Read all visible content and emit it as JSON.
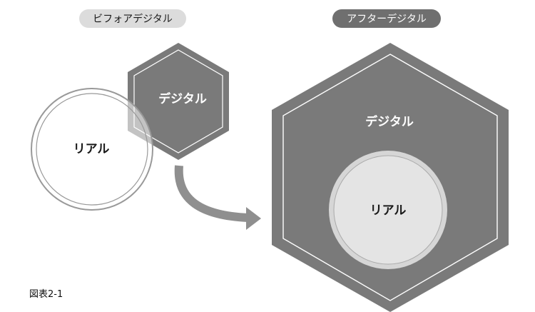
{
  "before": {
    "pill_label": "ビフォアデジタル",
    "digital_label": "デジタル",
    "real_label": "リアル"
  },
  "after": {
    "pill_label": "アフターデジタル",
    "digital_label": "デジタル",
    "real_label": "リアル"
  },
  "figure_caption": "図表2-1",
  "colors": {
    "hexagon_fill": "#7a7a7a",
    "before_pill_bg": "#dcdcdc",
    "after_pill_bg": "#6f6f6f",
    "arrow": "#8f8f8f",
    "circle_stroke": "#999999",
    "after_circle_fill": "#e4e4e4",
    "after_circle_ring": "#d6d6d6"
  }
}
